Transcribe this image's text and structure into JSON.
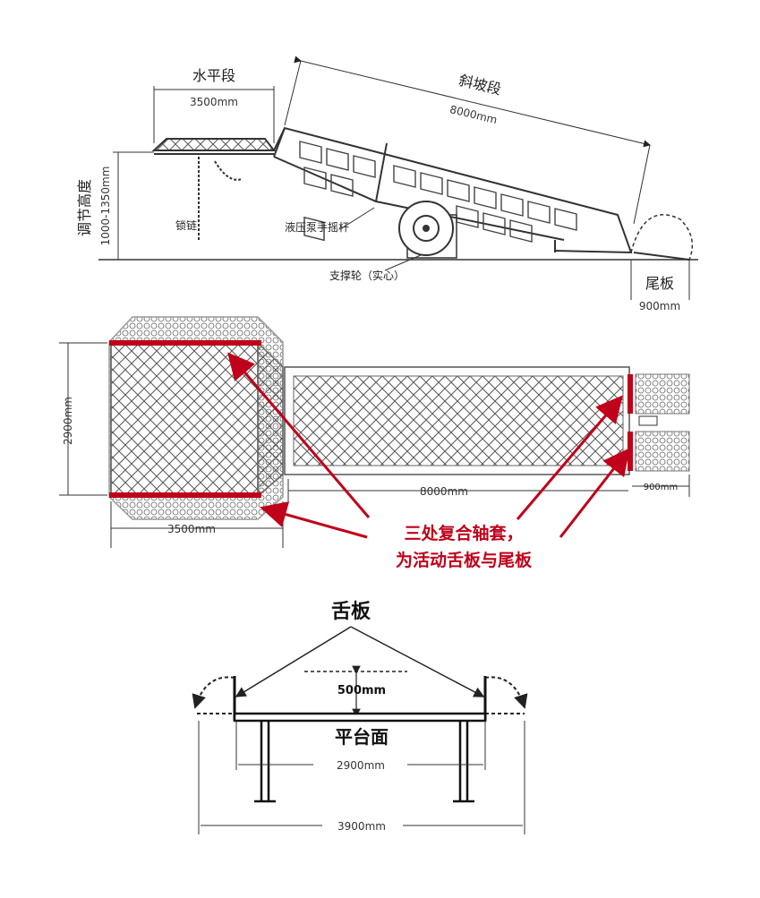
{
  "side_view": {
    "horizontal_section_label": "水平段",
    "horizontal_section_length": "3500mm",
    "slope_section_label": "斜坡段",
    "slope_section_length": "8000mm",
    "adjust_height_label": "调节高度",
    "adjust_height_range": "1000-1350mm",
    "chain_label": "锁链",
    "pump_handle_label": "液压泵手摇杆",
    "wheel_label": "支撑轮（实心）",
    "tail_plate_label": "尾板",
    "tail_plate_length": "900mm"
  },
  "top_view": {
    "width_dim": "2900mm",
    "platform_length": "3500mm",
    "ramp_length": "8000mm",
    "tail_length": "900mm",
    "annotation_line1": "三处复合轴套，",
    "annotation_line2": "为活动舌板与尾板",
    "accent_color": "#c0001a"
  },
  "front_view": {
    "tongue_label": "舌板",
    "tongue_height": "500mm",
    "platform_surface_label": "平台面",
    "inner_width": "2900mm",
    "outer_width": "3900mm"
  }
}
